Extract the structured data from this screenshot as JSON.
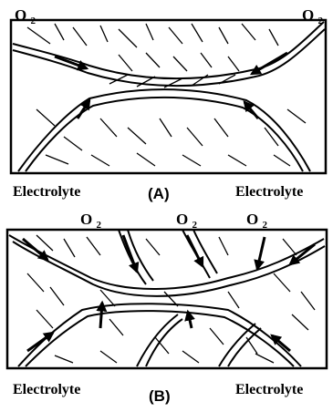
{
  "panels": [
    {
      "id": "A",
      "label": "(A)",
      "o2_labels": [
        "O2",
        "O2"
      ],
      "left_label": "Electrolyte",
      "right_label": "Electrolyte"
    },
    {
      "id": "B",
      "label": "(B)",
      "o2_labels": [
        "O2",
        "O2",
        "O2"
      ],
      "left_label": "Electrolyte",
      "right_label": "Electrolyte"
    }
  ],
  "colors": {
    "line": "#000000",
    "background": "#ffffff"
  }
}
